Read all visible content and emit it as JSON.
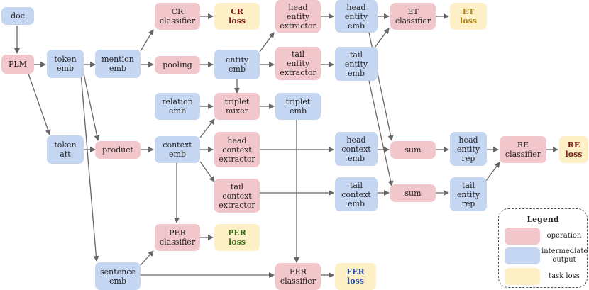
{
  "colors": {
    "operation": "#f2c7cb",
    "intermediate": "#c5d6f2",
    "loss": "#fdf0c6",
    "edge": "#666666",
    "cr_loss_text": "#7a1a1a",
    "et_loss_text": "#a8861a",
    "re_loss_text": "#7a1a1a",
    "per_loss_text": "#3d6a1a",
    "fer_loss_text": "#2a4fa0"
  },
  "nodes": {
    "doc": "doc",
    "plm": "PLM",
    "token_emb": "token\nemb",
    "token_att": "token\natt",
    "mention_emb": "mention\nemb",
    "cr_classifier": "CR\nclassifier",
    "cr_loss": "CR\nloss",
    "pooling": "pooling",
    "entity_emb": "entity\nemb",
    "head_entity_extractor": "head\nentity\nextractor",
    "tail_entity_extractor": "tail\nentity\nextractor",
    "head_entity_emb": "head\nentity\nemb",
    "tail_entity_emb": "tail\nentity\nemb",
    "et_classifier": "ET\nclassifier",
    "et_loss": "ET\nloss",
    "relation_emb": "relation\nemb",
    "triplet_mixer": "triplet\nmixer",
    "triplet_emb": "triplet\nemb",
    "product": "product",
    "context_emb": "context\nemb",
    "head_context_extractor": "head\ncontext\nextractor",
    "tail_context_extractor": "tail\ncontext\nextractor",
    "head_context_emb": "head\ncontext\nemb",
    "tail_context_emb": "tail\ncontext\nemb",
    "sum_head": "sum",
    "sum_tail": "sum",
    "head_entity_rep": "head\nentity\nrep",
    "tail_entity_rep": "tail\nentity\nrep",
    "re_classifier": "RE\nclassifier",
    "re_loss": "RE\nloss",
    "per_classifier": "PER\nclassifier",
    "per_loss": "PER\nloss",
    "sentence_emb": "sentence\nemb",
    "fer_classifier": "FER\nclassifier",
    "fer_loss": "FER\nloss"
  },
  "legend": {
    "title": "Legend",
    "operation": "operation",
    "intermediate": "intermediate\noutput",
    "task_loss": "task loss"
  }
}
